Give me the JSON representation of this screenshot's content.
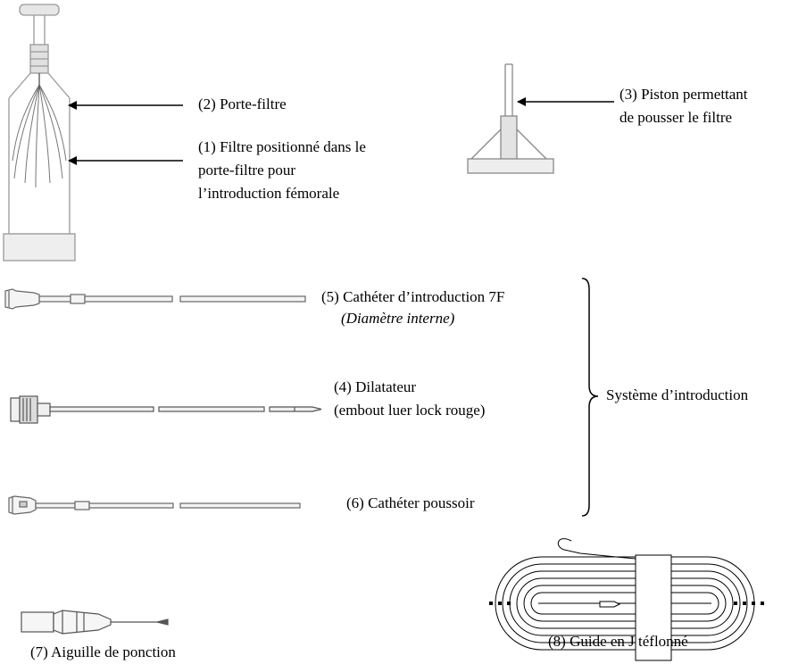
{
  "labels": {
    "porte_filtre": "(2) Porte-filtre",
    "filtre_line1": "(1) Filtre positionné dans le",
    "filtre_line2": "porte-filtre pour",
    "filtre_line3": "l’introduction fémorale",
    "piston_line1": "(3) Piston permettant",
    "piston_line2": "de pousser le filtre",
    "catheter_line1": "(5) Cathéter d’introduction 7F",
    "catheter_line2": "(Diamètre interne)",
    "dilatateur_line1": "(4) Dilatateur",
    "dilatateur_line2": "(embout luer lock rouge)",
    "systeme": "Système d’introduction",
    "poussoir": "(6) Cathéter poussoir",
    "aiguille": "(7) Aiguille de ponction",
    "guide": "(8) Guide en J téflonné"
  }
}
